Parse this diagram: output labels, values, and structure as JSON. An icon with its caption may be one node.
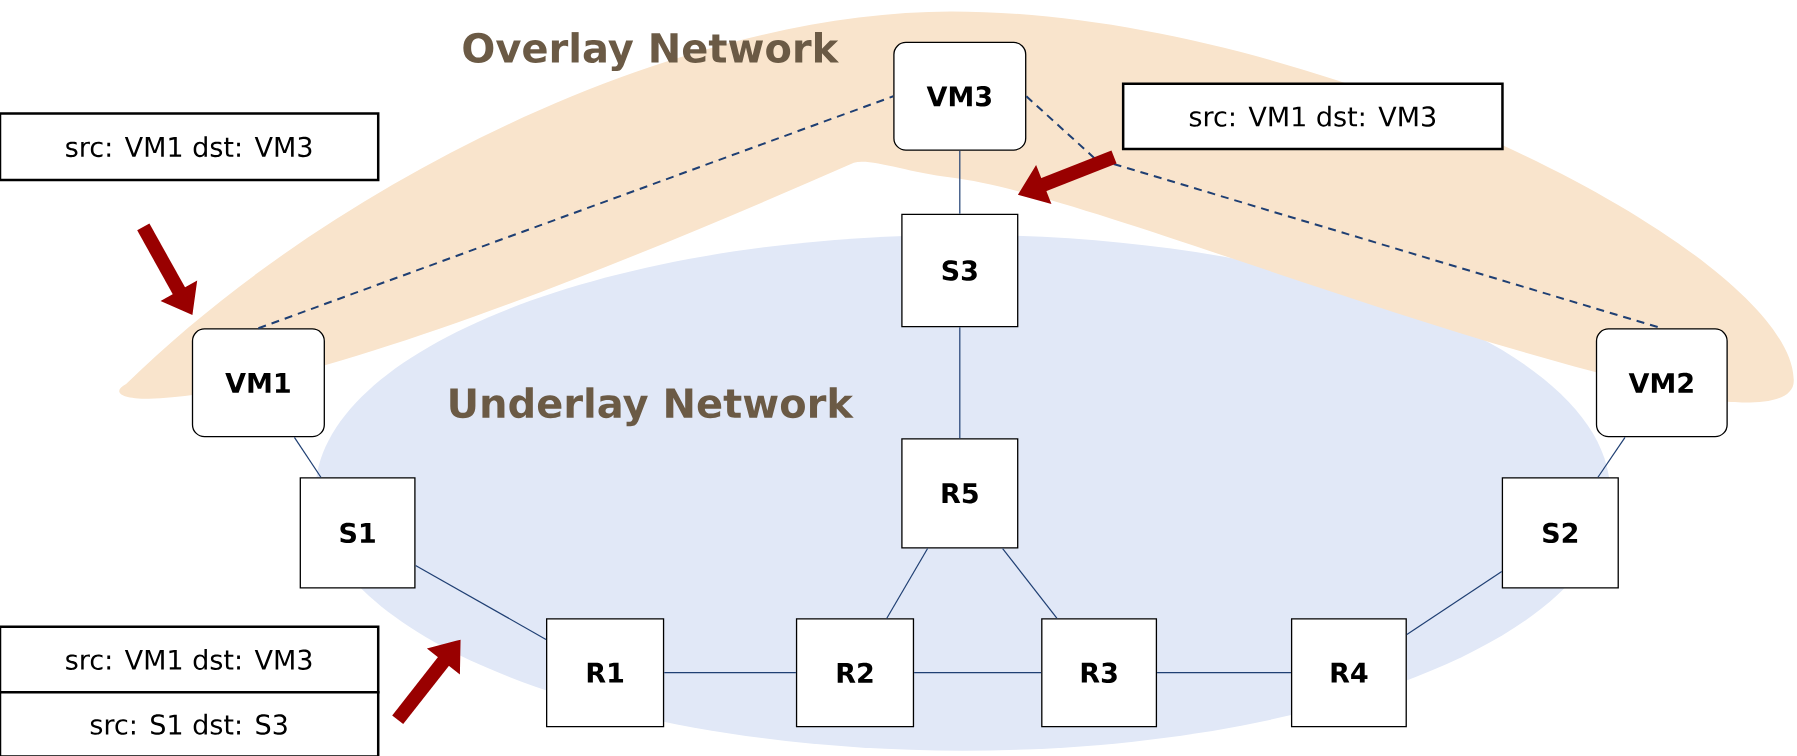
{
  "diagram": {
    "nodes": [
      {
        "text": [
          "src: VM1 dst: VM3"
        ]
      },
      {
        "text": [
          "VM3"
        ]
      },
      {
        "text": [
          "src: VM1 dst: VM3"
        ]
      },
      {
        "text": [
          "VM1"
        ]
      },
      {
        "text": [
          "S3"
        ]
      },
      {
        "text": [
          "VM2"
        ]
      },
      {
        "text": [
          "R5"
        ]
      },
      {
        "text": [
          "S1"
        ]
      },
      {
        "text": [
          "S2"
        ]
      },
      {
        "text": [
          "src: VM1 dst: VM3"
        ]
      },
      {
        "text": [
          "src: S1 dst: S3"
        ]
      },
      {
        "text": [
          "R1"
        ]
      },
      {
        "text": [
          "R2"
        ]
      },
      {
        "text": [
          "R3"
        ]
      },
      {
        "text": [
          "R4"
        ]
      }
    ],
    "edges": [
      {
        "from": 3,
        "to": 1,
        "arrow": "none",
        "style": "dashed"
      },
      {
        "from": 1,
        "to": 5,
        "arrow": "none",
        "style": "dashed"
      },
      {
        "from": 1,
        "to": 4,
        "arrow": "none"
      },
      {
        "from": 4,
        "to": 6,
        "arrow": "none"
      },
      {
        "from": 6,
        "to": 12,
        "arrow": "none"
      },
      {
        "from": 6,
        "to": 13,
        "arrow": "none"
      },
      {
        "from": 3,
        "to": 7,
        "arrow": "none"
      },
      {
        "from": 7,
        "to": 11,
        "arrow": "none"
      },
      {
        "from": 11,
        "to": 12,
        "arrow": "none"
      },
      {
        "from": 12,
        "to": 13,
        "arrow": "none"
      },
      {
        "from": 13,
        "to": 14,
        "arrow": "none"
      },
      {
        "from": 14,
        "to": 8,
        "arrow": "none"
      },
      {
        "from": 8,
        "to": 5,
        "arrow": "none"
      }
    ],
    "labels": [
      "Overlay Network",
      "Underlay Network"
    ]
  }
}
